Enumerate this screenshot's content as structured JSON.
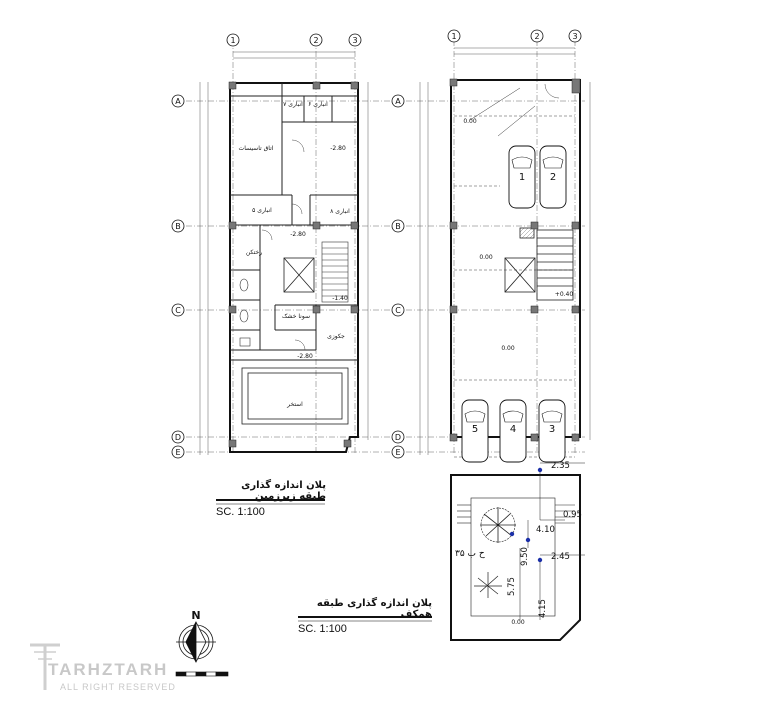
{
  "plan_left": {
    "title": "پلان اندازه گذاری طبقه زیرزمین",
    "scale": "SC. 1:100",
    "rooms": [
      "انباری ۷",
      "انباری ۶",
      "انباری ۵",
      "انباری ۸",
      "اتاق تاسیسات",
      "رختکن",
      "سونا خشک",
      "جکوزی",
      "استخر"
    ],
    "levels": [
      "-2.80",
      "-2.80",
      "-1.40",
      "-2.80"
    ]
  },
  "plan_right": {
    "title": "پلان اندازه گذاری طبقه همکف",
    "scale": "SC. 1:100",
    "levels": [
      "0.00",
      "0.00",
      "0.00",
      "+0.40",
      "0.00"
    ],
    "parking": [
      "1",
      "2",
      "5",
      "4",
      "3"
    ],
    "dims": [
      "2.35",
      "0.95",
      "4.10",
      "2.45",
      "9.50",
      "5.75",
      "4.15"
    ],
    "yard_text": "ح ب ۳۵"
  },
  "axes": {
    "columns": [
      "1",
      "2",
      "3"
    ],
    "rows": [
      "A",
      "B",
      "C",
      "D",
      "E"
    ]
  },
  "north": "N",
  "watermark": {
    "brand": "TARHZTARH",
    "rights": "ALL RIGHT RESERVED"
  },
  "colors": {
    "line": "#1a1a1a",
    "grid": "#555555",
    "column": "#777777",
    "accent": "#1b2fa8"
  }
}
